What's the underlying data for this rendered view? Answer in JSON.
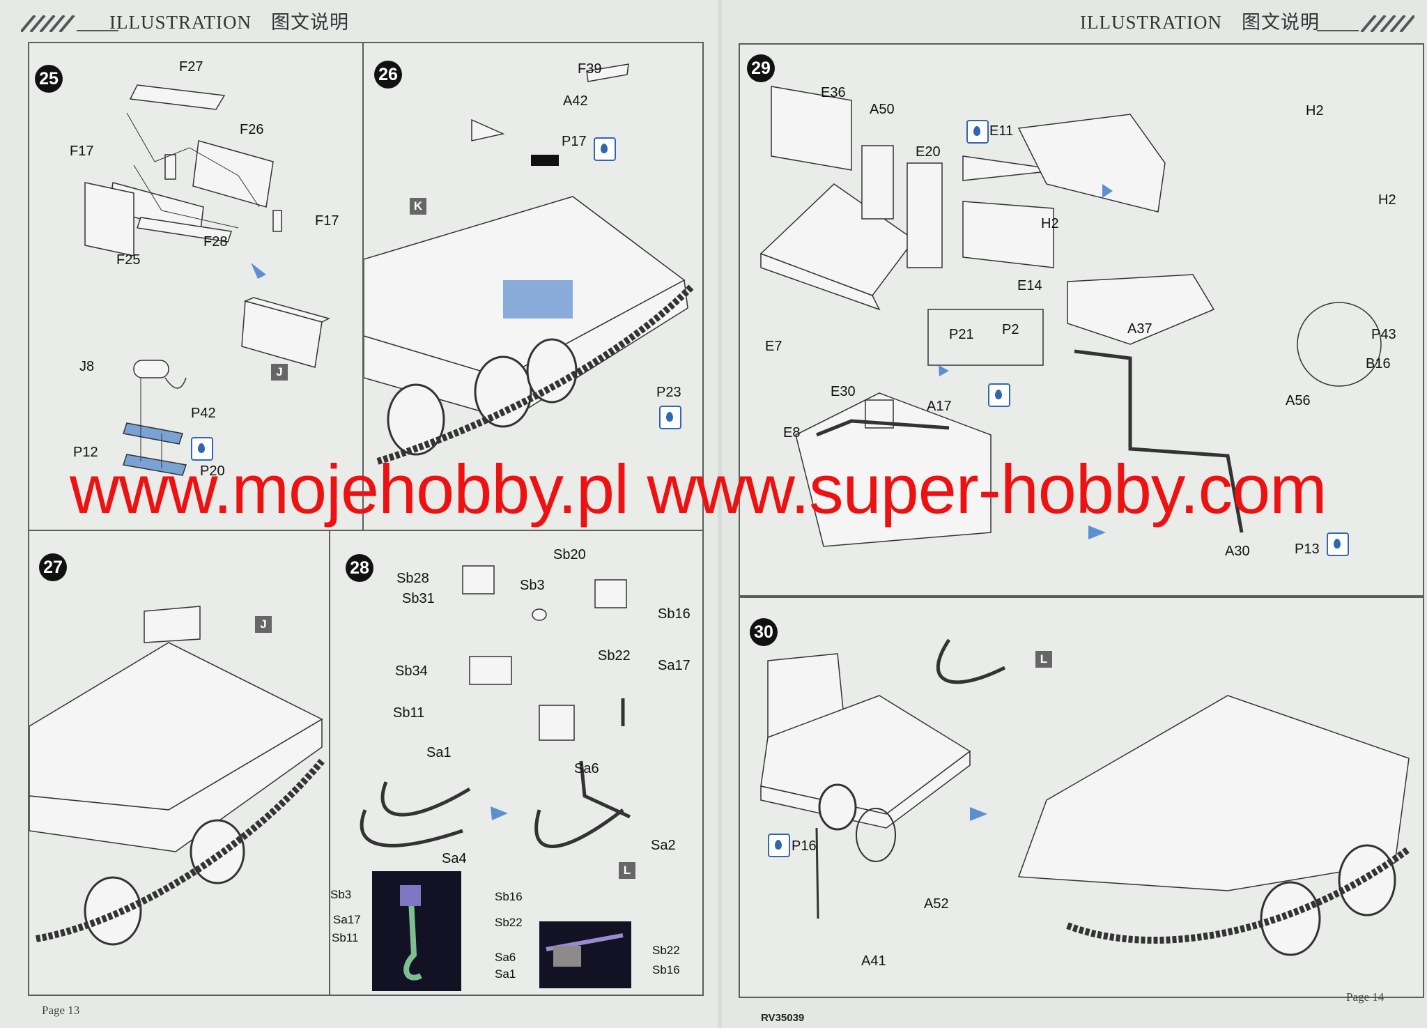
{
  "header": {
    "left_title": "ILLUSTRATION",
    "left_cn": "图文说明",
    "right_title": "ILLUSTRATION",
    "right_cn": "图文说明"
  },
  "steps": {
    "s25": "25",
    "s26": "26",
    "s27": "27",
    "s28": "28",
    "s29": "29",
    "s30": "30"
  },
  "panel25": {
    "labels": [
      "F27",
      "F26",
      "F17",
      "F17",
      "F28",
      "F25",
      "J8",
      "P42",
      "P12",
      "P20"
    ],
    "tag": "J"
  },
  "panel26": {
    "labels": [
      "F39",
      "A42",
      "P17",
      "P23"
    ],
    "tag": "K"
  },
  "panel27": {
    "tag": "J"
  },
  "panel28": {
    "labels": [
      "Sb28",
      "Sb31",
      "Sb34",
      "Sb20",
      "Sb3",
      "Sb16",
      "Sb22",
      "Sa17",
      "Sb11",
      "Sa1",
      "Sa6",
      "Sa4",
      "Sa2"
    ],
    "tag": "L",
    "photo1": [
      "Sb3",
      "Sa17",
      "Sb11",
      "Sb16",
      "Sb22",
      "Sa6",
      "Sa1"
    ],
    "photo2": [
      "Sb22",
      "Sb16"
    ]
  },
  "panel29": {
    "labels": [
      "E36",
      "A50",
      "E11",
      "E20",
      "H2",
      "H2",
      "H2",
      "E14",
      "E7",
      "P21",
      "P2",
      "A37",
      "P43",
      "B16",
      "A56",
      "E30",
      "A17",
      "E8",
      "A30",
      "P13"
    ]
  },
  "panel30": {
    "labels": [
      "P16",
      "A52",
      "A41"
    ],
    "tag": "L"
  },
  "watermark": "www.mojehobby.pl www.super-hobby.com",
  "footer": {
    "left_page_word": "Page",
    "left_page_num": "13",
    "right_page_word": "Page",
    "right_page_num": "14",
    "code": "RV35039"
  },
  "colors": {
    "accent_blue": "#2f68b0",
    "watermark_red": "#ee1111",
    "paper": "#e6eae6"
  }
}
